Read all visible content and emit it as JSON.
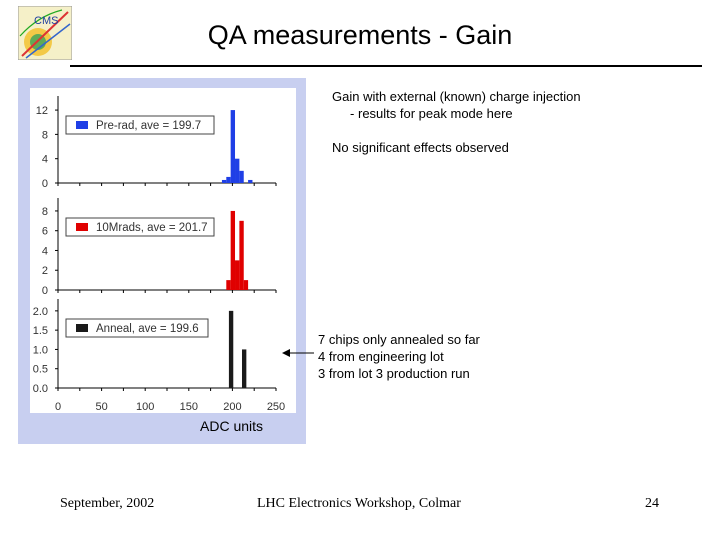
{
  "slide": {
    "title": "QA measurements - Gain"
  },
  "notes": {
    "injection": "Gain with external (known) charge injection\n     - results for peak mode here",
    "effects": "No significant effects observed",
    "anneal": "7 chips only annealed so far\n4 from engineering lot\n3 from lot 3 production run"
  },
  "footer": {
    "date": "September, 2002",
    "event": "LHC Electronics Workshop, Colmar",
    "page": "24"
  },
  "colors": {
    "prerad": "#1f3fe6",
    "mrads": "#e00000",
    "anneal": "#1a1a1a",
    "frame": "#c8cff0"
  },
  "logo_icon": "cms-logo-icon",
  "chart_data": {
    "type": "bar",
    "xlabel": "ADC units",
    "xlim": [
      0,
      250
    ],
    "x_ticks": [
      "0",
      "50",
      "100",
      "150",
      "200",
      "250"
    ],
    "panels": [
      {
        "legend": "Pre-rad, ave = 199.7",
        "y_ticks": [
          "12",
          "8",
          "4",
          "0"
        ],
        "ylim": [
          0,
          13
        ],
        "bins": [
          {
            "x": 188,
            "value": 0.5
          },
          {
            "x": 193,
            "value": 1
          },
          {
            "x": 198,
            "value": 12
          },
          {
            "x": 203,
            "value": 4
          },
          {
            "x": 208,
            "value": 2
          },
          {
            "x": 218,
            "value": 0.5
          }
        ]
      },
      {
        "legend": "10Mrads, ave = 201.7",
        "y_ticks": [
          "8",
          "6",
          "4",
          "2",
          "0"
        ],
        "ylim": [
          0,
          8.5
        ],
        "bins": [
          {
            "x": 193,
            "value": 1
          },
          {
            "x": 198,
            "value": 8
          },
          {
            "x": 203,
            "value": 3
          },
          {
            "x": 208,
            "value": 7
          },
          {
            "x": 213,
            "value": 1
          }
        ]
      },
      {
        "legend": "Anneal, ave = 199.6",
        "y_ticks": [
          "2.0",
          "1.5",
          "1.0",
          "0.5",
          "0.0"
        ],
        "ylim": [
          0,
          2.1
        ],
        "bins": [
          {
            "x": 196,
            "value": 2
          },
          {
            "x": 211,
            "value": 1
          }
        ]
      }
    ]
  }
}
